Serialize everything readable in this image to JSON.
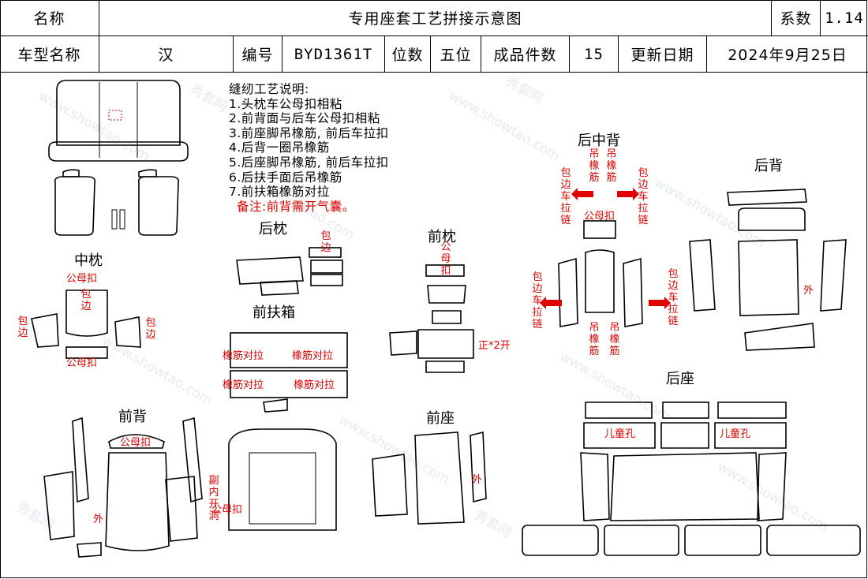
{
  "header": {
    "name_label": "名称",
    "title": "专用座套工艺拼接示意图",
    "coef_label": "系数",
    "coef_value": "1.14",
    "model_label": "车型名称",
    "model_value": "汉",
    "code_label": "编号",
    "code_value": "BYD1361T",
    "seats_label": "位数",
    "seats_value": "五位",
    "pieces_label": "成品件数",
    "pieces_value": "15",
    "date_label": "更新日期",
    "date_value": "2024年9月25日"
  },
  "notes": {
    "heading": "缝纫工艺说明:",
    "items": [
      "1.头枕车公母扣相粘",
      "2.前背面与后车公母扣相粘",
      "3.前座脚吊橡筋, 前后车拉扣",
      "4.后背一圈吊橡筋",
      "5.后座脚吊橡筋, 前后车拉扣",
      "6.后扶手面后吊橡筋",
      "7.前扶箱橡筋对拉"
    ],
    "remark": "备注:前背需开气囊。"
  },
  "sections": {
    "middle_headrest": "中枕",
    "rear_headrest": "后枕",
    "front_headrest": "前枕",
    "front_armbox": "前扶箱",
    "rear_mid_back": "后中背",
    "rear_back": "后背",
    "front_back": "前背",
    "front_seat": "前座",
    "rear_seat": "后座"
  },
  "annotations": {
    "male_female_snap": "公母扣",
    "wrap_edge": "包边",
    "wrap": "包",
    "edge": "边",
    "male_female_snap_short": "公母扣",
    "elastic_pull": "橡筋对拉",
    "hang_elastic": "吊橡筋",
    "wrap_edge_zipper": "包边车拉链",
    "front_2_open": "正*2开",
    "outer": "外",
    "child_hole": "儿童孔",
    "side_airbag_open": "副内开洞"
  },
  "watermark": {
    "brand": "秀套网",
    "site": "www.showtao.com"
  },
  "colors": {
    "accent_red": "#e00000",
    "line": "#000000",
    "watermark": "#8ca0be"
  }
}
